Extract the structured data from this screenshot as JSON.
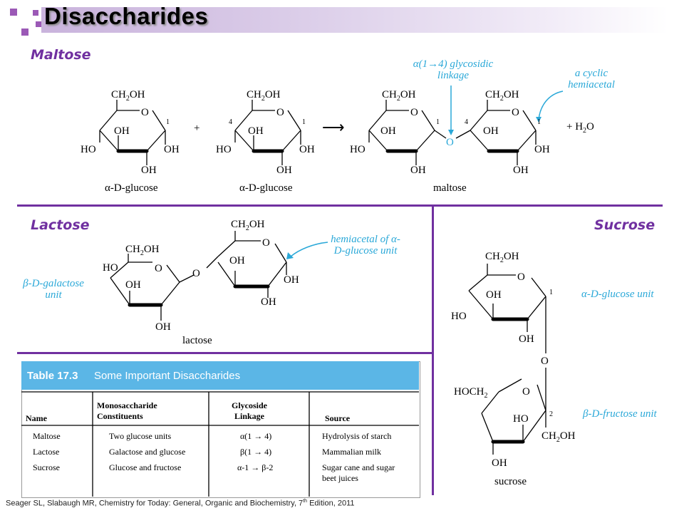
{
  "title": "Disaccharides",
  "sections": {
    "maltose": "Maltose",
    "lactose": "Lactose",
    "sucrose": "Sucrose"
  },
  "maltose": {
    "ch2oh": "CH2OH",
    "oh": "OH",
    "ho": "HO",
    "o": "O",
    "h2o": "+ H2O",
    "plus": "+",
    "arrow": "⟶",
    "reactant1": "α-D-glucose",
    "reactant2": "α-D-glucose",
    "product": "maltose",
    "linkage_label": "α(1→4) glycosidic linkage",
    "hemiacetal_label": "a cyclic hemiacetal",
    "n1": "1",
    "n4": "4"
  },
  "lactose": {
    "name": "lactose",
    "galactose_label": "β-D-galactose unit",
    "hemiacetal_label": "hemiacetal of α-D-glucose unit"
  },
  "sucrose": {
    "name": "sucrose",
    "hoch2": "HOCH2",
    "glucose_label": "α-D-glucose unit",
    "fructose_label": "β-D-fructose unit",
    "n2": "2"
  },
  "table": {
    "number": "Table 17.3",
    "caption": "Some Important Disaccharides",
    "headers": [
      "Name",
      "Monosaccharide Constituents",
      "Glycoside Linkage",
      "Source"
    ],
    "rows": [
      [
        "Maltose",
        "Two glucose units",
        "α(1 → 4)",
        "Hydrolysis of starch"
      ],
      [
        "Lactose",
        "Galactose and glucose",
        "β(1 → 4)",
        "Mammalian milk"
      ],
      [
        "Sucrose",
        "Glucose and fructose",
        "α-1 → β-2",
        "Sugar cane and sugar beet juices"
      ]
    ]
  },
  "footer": {
    "citation": "Seager SL, Slabaugh MR, Chemistry for Today: General, Organic and Biochemistry, 7",
    "ed_sup": "th",
    "citation_end": " Edition, 2011"
  },
  "colors": {
    "accent": "#7030a0",
    "link_blue": "#2aa8d8",
    "table_header": "#5bb6e6"
  }
}
